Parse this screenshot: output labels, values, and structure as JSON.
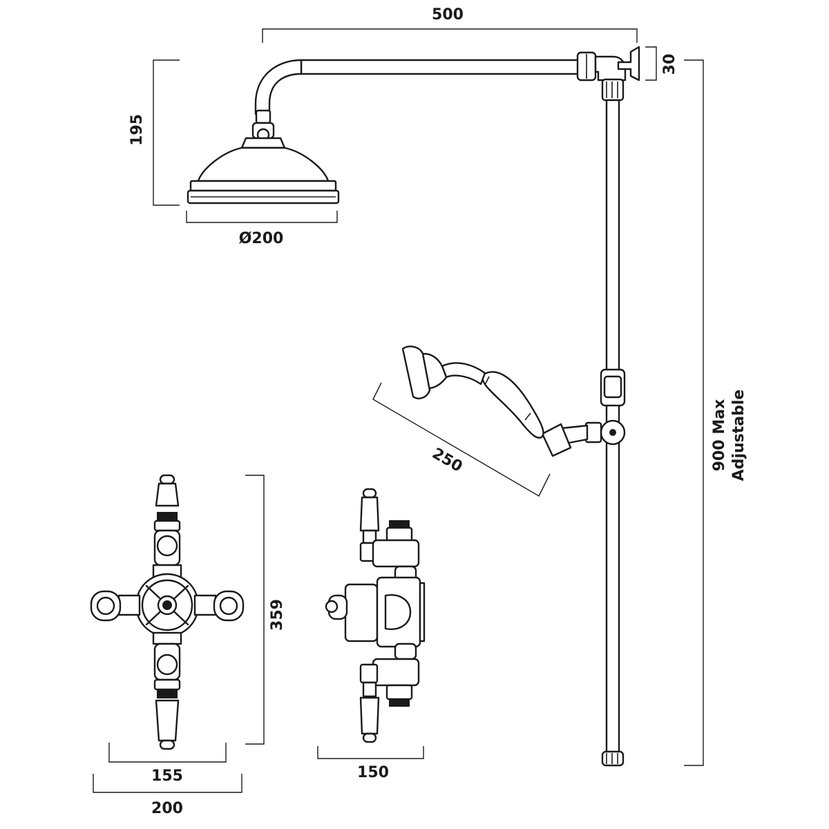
{
  "dimensions": {
    "arm_length": "500",
    "wall_bracket": "30",
    "head_drop": "195",
    "head_diameter": "Ø200",
    "riser_height_line1": "900 Max",
    "riser_height_line2": "Adjustable",
    "handset_length": "250",
    "valve_height": "359",
    "valve_centres": "155",
    "valve_overall_width": "200",
    "valve_depth": "150"
  }
}
